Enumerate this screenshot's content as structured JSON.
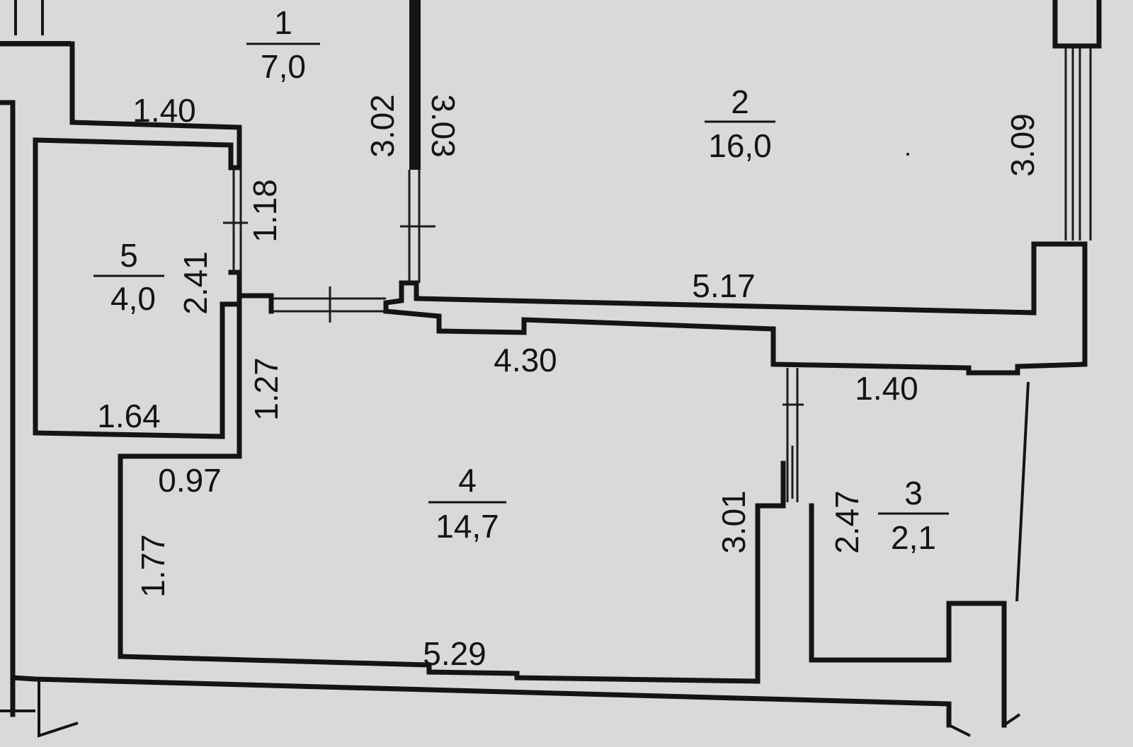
{
  "rooms": [
    {
      "number": "1",
      "area": "7,0"
    },
    {
      "number": "2",
      "area": "16,0"
    },
    {
      "number": "3",
      "area": "2,1"
    },
    {
      "number": "4",
      "area": "14,7"
    },
    {
      "number": "5",
      "area": "4,0"
    }
  ],
  "dimensions": {
    "corridor_top_width": "1.40",
    "closet_door_width": "1.18",
    "closet_height": "2.41",
    "closet_width": "1.64",
    "corridor_door_width": "1.27",
    "kitchen_notch": "0.97",
    "kitchen_left_height": "1.77",
    "kitchen_bottom_width": "5.29",
    "kitchen_top_width": "4.30",
    "kitchen_right_height": "3.01",
    "room2_left_a": "3.02",
    "room2_left_b": "3.03",
    "room2_bottom_width": "5.17",
    "room2_right_height": "3.09",
    "bath_top_width": "1.40",
    "bath_height": "2.47"
  },
  "colors": {
    "paper": "#d9d9d7",
    "ink": "#141414"
  }
}
